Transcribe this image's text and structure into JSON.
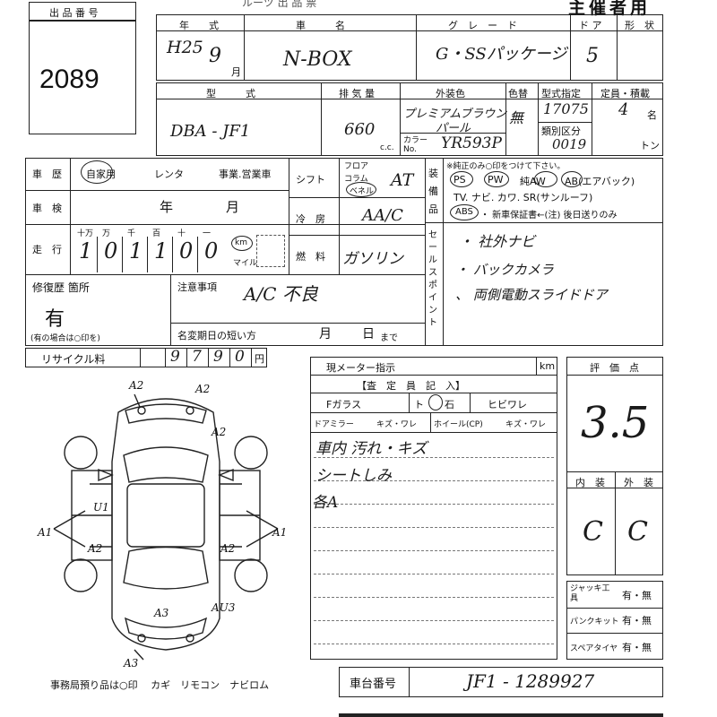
{
  "header": {
    "lot_label": "出 品 番 号",
    "lot_number": "2089",
    "top_title": "ルーツ 出 品 票",
    "owner_note": "主催者用"
  },
  "row1": {
    "year_label": "年　　式",
    "model_name_label": "車　　　名",
    "grade_label": "グ　レ　ー　ド",
    "doors_label": "ド ア",
    "body_type_label": "形　状",
    "year_era_value": "H25",
    "year_month_value": "9",
    "month_unit": "月",
    "model_name_value": "N-BOX",
    "grade_value": "G・SSパッケージ",
    "doors_value": "5"
  },
  "row2": {
    "model_code_label": "型　　　式",
    "displacement_label": "排 気 量",
    "ext_color_label": "外装色",
    "color_change_label": "色替",
    "type_designation_label": "型式指定",
    "capacity_label": "定員・積載",
    "class_label": "類別区分",
    "color_code_label": "カラー No.",
    "cc_unit": "c.c.",
    "persons_unit": "名",
    "ton_unit": "トン",
    "model_code_value": "DBA - JF1",
    "displacement_value": "660",
    "ext_color_value_1": "プレミアムブラウン",
    "ext_color_value_2": "パール",
    "color_change_value": "無",
    "type_designation_value": "17075",
    "class_value": "0019",
    "color_code_value": "YR593P",
    "capacity_value": "4"
  },
  "history": {
    "label": "車　歴",
    "options": [
      "自家用",
      "レンタ",
      "事業.営業車"
    ],
    "selected": "自家用"
  },
  "inspection": {
    "label": "車　検",
    "year_unit": "年",
    "month_unit": "月"
  },
  "mileage": {
    "label": "走　行",
    "place_labels": [
      "十万",
      "万",
      "千",
      "百",
      "十",
      "一"
    ],
    "digits": [
      "1",
      "0",
      "1",
      "1",
      "0",
      "0"
    ],
    "unit_km": "km",
    "unit_mile": "マイル"
  },
  "shift": {
    "label": "シフト",
    "options": [
      "フロア",
      "コラム",
      "ベネル"
    ],
    "value": "AT"
  },
  "aircon": {
    "label": "冷　房",
    "value": "AA/C"
  },
  "fuel": {
    "label": "燃　料",
    "value": "ガソリン"
  },
  "equipment": {
    "label": "装備品",
    "note": "※純正のみ○印をつけて下さい。",
    "line1": [
      "PS",
      "PW",
      "純AW",
      "AB(エアバック)"
    ],
    "line2": "TV. ナビ. カワ. SR(サンルーフ)",
    "line3_abs": "ABS",
    "line3_rest": "・ 新車保証書←(注) 後日送りのみ"
  },
  "sales_points": {
    "label": "セールスポイント",
    "items": [
      "社外ナビ",
      "バックカメラ",
      "両側電動スライドドア"
    ]
  },
  "repair": {
    "label": "修復歴 箇所",
    "value": "有",
    "note": "(有の場合は○印を)"
  },
  "caution": {
    "label": "注意事項",
    "value": "A/C 不良",
    "short_term_label": "名変期日の短い方",
    "month_unit": "月",
    "day_unit": "日",
    "until": "まで"
  },
  "recycle": {
    "label": "リサイクル料",
    "digits": [
      "",
      "9",
      "7",
      "9",
      "0"
    ],
    "unit": "円"
  },
  "meter": {
    "label": "現メーター指示",
    "unit": "km"
  },
  "inspector": {
    "title": "【査　定　員　記　入】",
    "glass_label": "Fガラス",
    "glass_options": [
      "ト",
      "石",
      "ヒビワレ"
    ],
    "mirror_label": "ドアミラー",
    "mirror_options": "キズ・ワレ",
    "wheel_label": "ホイール(CP)",
    "wheel_options": "キズ・ワレ",
    "notes": [
      "車内 汚れ・キズ",
      "シートしみ",
      "各A"
    ]
  },
  "score": {
    "label": "評　価　点",
    "value": "3.5",
    "interior_label": "内　装",
    "exterior_label": "外　装",
    "interior_value": "C",
    "exterior_value": "C"
  },
  "accessories": {
    "items": [
      {
        "label": "ジャッキ工具",
        "options": "有・無"
      },
      {
        "label": "パンクキット",
        "options": "有・無"
      },
      {
        "label": "スペアタイヤ",
        "options": "有・無"
      }
    ]
  },
  "diagram": {
    "marks": [
      "A2",
      "A2",
      "A2",
      "U1",
      "A1",
      "A1",
      "A2",
      "A2",
      "A3",
      "AU3",
      "A3"
    ],
    "footer": "事務局預り品は○印　 カギ　リモコン　ナビロム"
  },
  "chassis": {
    "label": "車台番号",
    "value": "JF1 - 1289927"
  }
}
